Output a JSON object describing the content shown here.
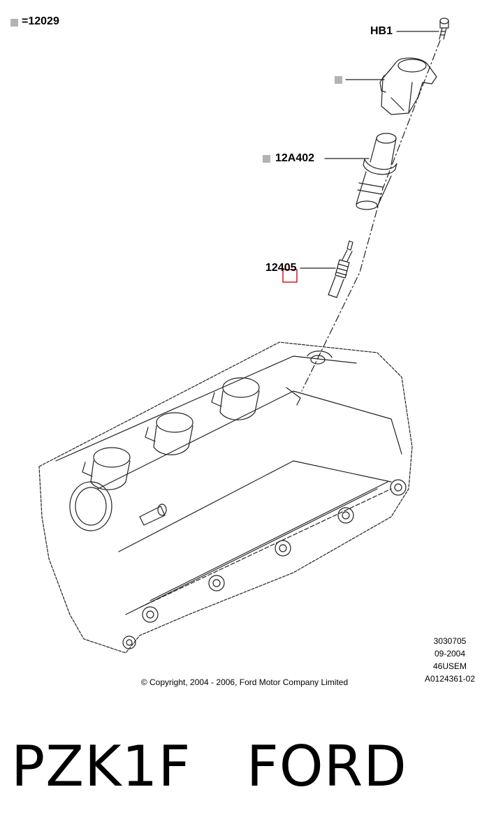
{
  "legend": {
    "equals_label": "=12029"
  },
  "callouts": {
    "bolt": "HB1",
    "boot": "12A402",
    "spark_plug": "12405"
  },
  "reference_codes": [
    "3030705",
    "09-2004",
    "46USEM",
    "A0124361-02"
  ],
  "copyright": "© Copyright, 2004 - 2006, Ford Motor Company Limited",
  "caption": {
    "part_number": "PZK1F",
    "brand": "FORD"
  },
  "colors": {
    "legend_marker": "#b3b3b3",
    "highlight_box": "#d9262c",
    "line_art": "#222222"
  }
}
